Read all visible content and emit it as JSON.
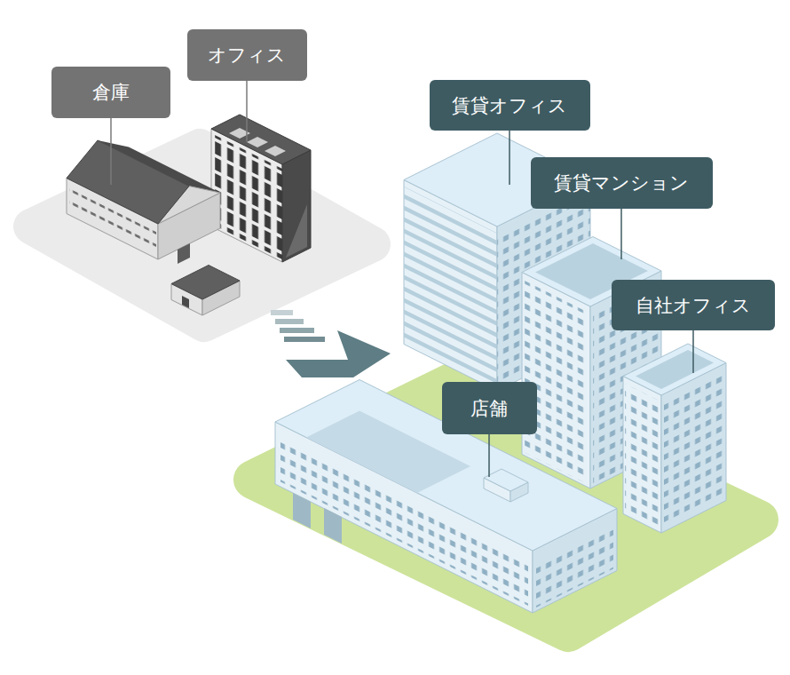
{
  "diagram": {
    "nodes": [
      {
        "text": [
          "倉庫"
        ]
      },
      {
        "text": [
          "オフィス"
        ]
      },
      {
        "text": [
          "賃貸オフィス"
        ]
      },
      {
        "text": [
          "賃貸マンション"
        ]
      },
      {
        "text": [
          "自社オフィス"
        ]
      },
      {
        "text": [
          "店舗"
        ]
      }
    ]
  }
}
